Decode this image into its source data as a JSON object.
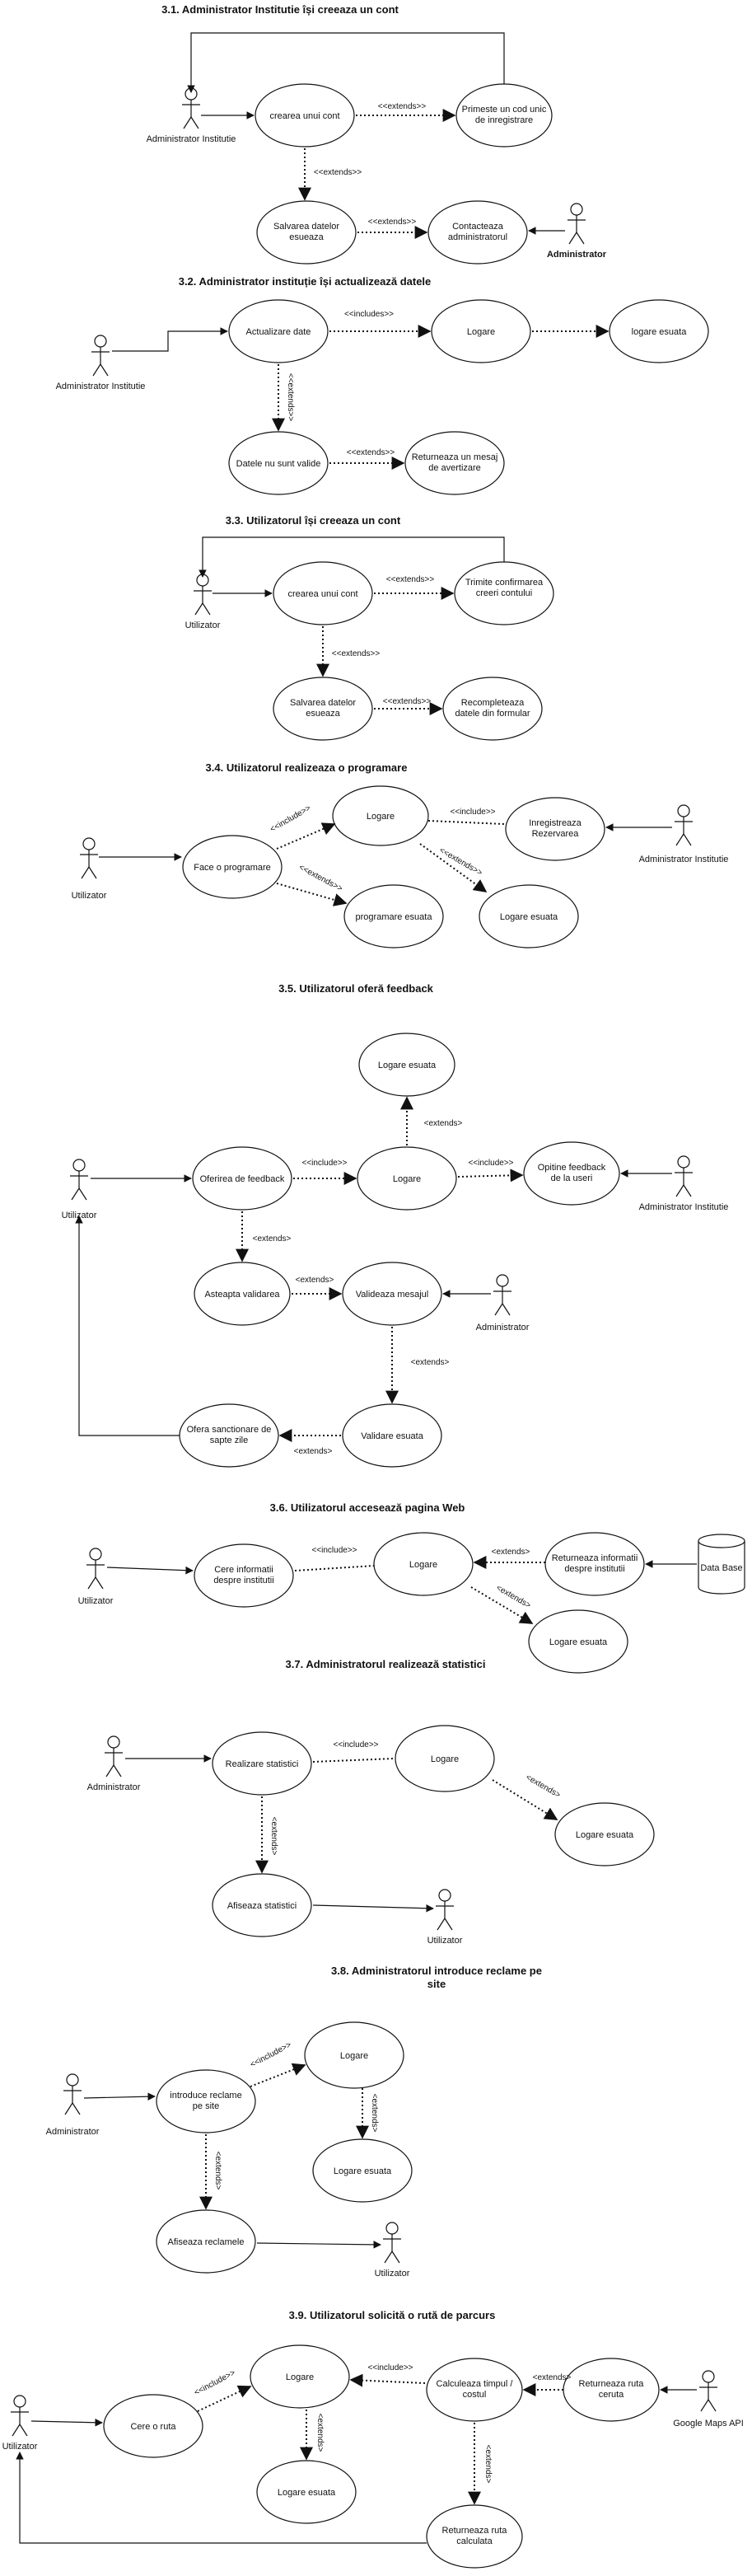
{
  "sections": [
    {
      "title": "3.1. Administrator Institutie își creeaza un cont",
      "actors": [
        "Administrator Institutie",
        "Administrator"
      ],
      "use_cases": [
        "crearea unui cont",
        "Primeste un cod unic de inregistrare",
        "Salvarea datelor esueaza",
        "Contacteaza administratorul"
      ],
      "relations": [
        "<<extends>>",
        "<<extends>>",
        "<<extends>>"
      ]
    },
    {
      "title": "3.2. Administrator instituție își actualizează datele",
      "actors": [
        "Administrator Institutie"
      ],
      "use_cases": [
        "Actualizare date",
        "Logare",
        "logare esuata",
        "Datele nu sunt valide",
        "Returneaza un mesaj de avertizare"
      ],
      "relations": [
        "<<includes>>",
        "<<extends>>",
        "<<extends>>"
      ]
    },
    {
      "title": "3.3. Utilizatorul își creeaza un cont",
      "actors": [
        "Utilizator"
      ],
      "use_cases": [
        "crearea unui cont",
        "Trimite confirmarea creeri contului",
        "Salvarea datelor esueaza",
        "Recompleteaza datele din formular"
      ],
      "relations": [
        "<<extends>>",
        "<<extends>>",
        "<<extends>>"
      ]
    },
    {
      "title": "3.4. Utilizatorul realizeaza o programare",
      "actors": [
        "Utilizator",
        "Administrator Institutie"
      ],
      "use_cases": [
        "Face o programare",
        "Logare",
        "Inregistreaza Rezervarea",
        "programare esuata",
        "Logare esuata"
      ],
      "relations": [
        "<<include>>",
        "<<include>>",
        "<<extends>>",
        "<<extends>>"
      ]
    },
    {
      "title": "3.5. Utilizatorul oferă feedback",
      "actors": [
        "Utilizator",
        "Administrator Institutie",
        "Administrator"
      ],
      "use_cases": [
        "Logare esuata",
        "Oferirea de feedback",
        "Logare",
        "Opitine feedback de la useri",
        "Asteapta validarea",
        "Valideaza mesajul",
        "Ofera sanctionare de sapte zile",
        "Validare esuata"
      ],
      "relations": [
        "<extends>",
        "<<include>>",
        "<<include>>",
        "<extends>",
        "<extends>",
        "<extends>",
        "<extends>"
      ]
    },
    {
      "title": "3.6. Utilizatorul accesează pagina Web",
      "actors": [
        "Utilizator"
      ],
      "use_cases": [
        "Cere informatii despre institutii",
        "Logare",
        "Returneaza informatii despre institutii",
        "Logare esuata"
      ],
      "database": "Data Base",
      "relations": [
        "<<include>>",
        "<extends>",
        "<extends>"
      ]
    },
    {
      "title": "3.7. Administratorul realizează statistici",
      "actors": [
        "Administrator",
        "Utilizator"
      ],
      "use_cases": [
        "Realizare statistici",
        "Logare",
        "Logare esuata",
        "Afiseaza statistici"
      ],
      "relations": [
        "<<include>>",
        "<extends>",
        "<extends>"
      ]
    },
    {
      "title_lines": [
        "3.8. Administratorul introduce reclame pe",
        "site"
      ],
      "actors": [
        "Administrator",
        "Utilizator"
      ],
      "use_cases": [
        "introduce reclame pe site",
        "Logare",
        "Logare esuata",
        "Afiseaza reclamele"
      ],
      "relations": [
        "<<include>>",
        "<extends>",
        "<extends>"
      ]
    },
    {
      "title": "3.9. Utilizatorul solicită o rută de parcurs",
      "actors": [
        "Utilizator",
        "Google Maps API"
      ],
      "use_cases": [
        "Cere o ruta",
        "Logare",
        "Calculeaza timpul / costul",
        "Returneaza ruta ceruta",
        "Logare esuata",
        "Returneaza ruta calculata"
      ],
      "relations": [
        "<<include>>",
        "<<include>>",
        "<extends>",
        "<extends>",
        "<extends>"
      ]
    }
  ]
}
